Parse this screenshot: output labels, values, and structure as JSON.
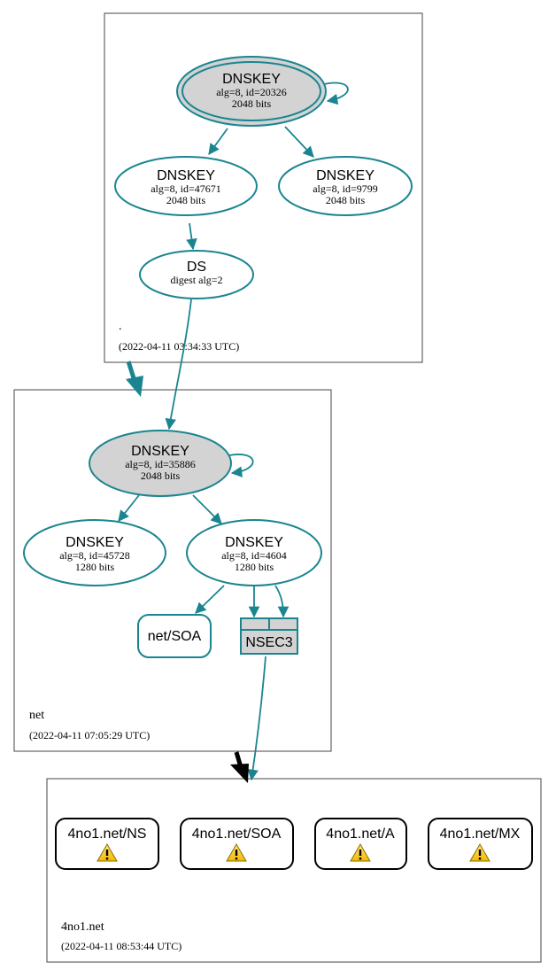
{
  "zones": {
    "root": {
      "name": ".",
      "timestamp": "(2022-04-11 03:34:33 UTC)",
      "ksk": {
        "title": "DNSKEY",
        "line1": "alg=8, id=20326",
        "line2": "2048 bits"
      },
      "zsk1": {
        "title": "DNSKEY",
        "line1": "alg=8, id=47671",
        "line2": "2048 bits"
      },
      "zsk2": {
        "title": "DNSKEY",
        "line1": "alg=8, id=9799",
        "line2": "2048 bits"
      },
      "ds": {
        "title": "DS",
        "line1": "digest alg=2"
      }
    },
    "net": {
      "name": "net",
      "timestamp": "(2022-04-11 07:05:29 UTC)",
      "ksk": {
        "title": "DNSKEY",
        "line1": "alg=8, id=35886",
        "line2": "2048 bits"
      },
      "zsk1": {
        "title": "DNSKEY",
        "line1": "alg=8, id=45728",
        "line2": "1280 bits"
      },
      "zsk2": {
        "title": "DNSKEY",
        "line1": "alg=8, id=4604",
        "line2": "1280 bits"
      },
      "soa": {
        "label": "net/SOA"
      },
      "nsec3": {
        "label": "NSEC3"
      }
    },
    "domain": {
      "name": "4no1.net",
      "timestamp": "(2022-04-11 08:53:44 UTC)",
      "records": [
        {
          "label": "4no1.net/NS",
          "icon": "warning-icon"
        },
        {
          "label": "4no1.net/SOA",
          "icon": "warning-icon"
        },
        {
          "label": "4no1.net/A",
          "icon": "warning-icon"
        },
        {
          "label": "4no1.net/MX",
          "icon": "warning-icon"
        }
      ]
    }
  },
  "colors": {
    "edge": "#1a8590",
    "ksk_fill": "#d3d3d3",
    "warning": "#f2c500",
    "delegation_insecure": "#000000"
  }
}
